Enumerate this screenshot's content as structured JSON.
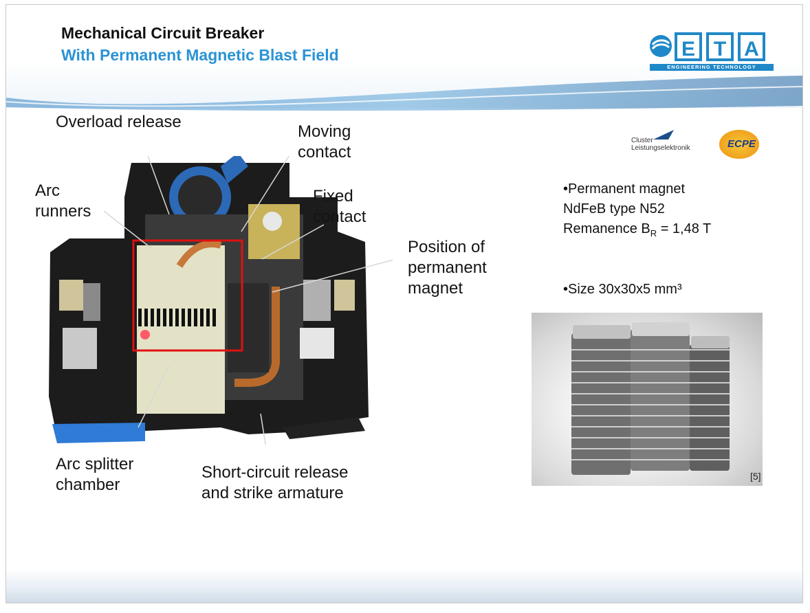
{
  "slide": {
    "title": "Mechanical Circuit Breaker",
    "subtitle": "With Permanent Magnetic Blast Field"
  },
  "logo": {
    "text": "E-T-A",
    "tagline": "ENGINEERING TECHNOLOGY"
  },
  "partner_logos": {
    "cluster_line1": "Cluster",
    "cluster_line2": "Leistungselektronik",
    "ecpe": "ECPE"
  },
  "callouts": {
    "overload_release": "Overload release",
    "moving_contact": [
      "Moving",
      "contact"
    ],
    "arc_runners": [
      "Arc",
      "runners"
    ],
    "fixed_contact": [
      "Fixed",
      "contact"
    ],
    "position_magnet": [
      "Position of",
      "permanent",
      "magnet"
    ],
    "arc_splitter": [
      "Arc splitter",
      "chamber"
    ],
    "short_circuit": [
      "Short-circuit release",
      "and strike armature"
    ]
  },
  "bullets": {
    "b1_line1": "•Permanent magnet",
    "b1_line2": "NdFeB type N52",
    "b1_line3_prefix": "Remanence B",
    "b1_line3_sub": "R",
    "b1_line3_suffix": " = 1,48 T",
    "b2": "•Size 30x30x5 mm³"
  },
  "reference": "[5]",
  "colors": {
    "title": "#111111",
    "subtitle": "#2a93d5",
    "highlight_box": "#e01010",
    "eta_blue": "#1f88c8"
  }
}
